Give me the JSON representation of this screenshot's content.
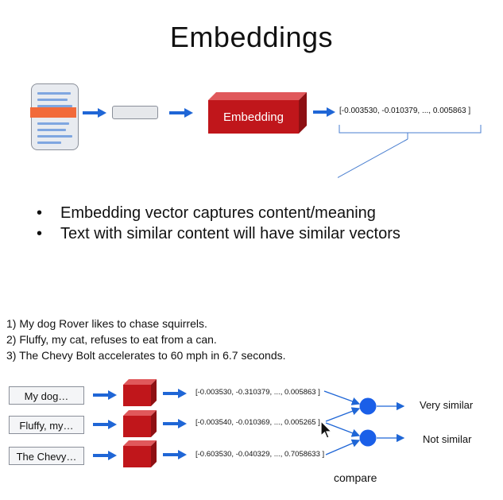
{
  "title": "Embeddings",
  "embedding_label": "Embedding",
  "top_vector": "[-0.003530, -0.010379, ..., 0.005863 ]",
  "bullets": [
    "Embedding vector captures content/meaning",
    "Text with similar content will have similar vectors"
  ],
  "sentences": [
    "1) My dog Rover likes to chase squirrels.",
    "2) Fluffy, my cat, refuses to eat from a can.",
    "3) The Chevy Bolt accelerates to 60 mph in 6.7 seconds."
  ],
  "inputs": [
    "My dog…",
    "Fluffy, my…",
    "The Chevy…"
  ],
  "vectors": [
    "[-0.003530, -0.310379, ..., 0.005863 ]",
    "[-0.003540, -0.010369, ..., 0.005265 ]",
    "[-0.603530, -0.040329, ..., 0.7058633 ]"
  ],
  "results": [
    "Very similar",
    "Not similar"
  ],
  "compare_label": "compare",
  "colors": {
    "arrow": "#1f66d6",
    "cube_front": "#c0161b",
    "highlight": "#f26a3a",
    "node": "#1f66d6"
  }
}
